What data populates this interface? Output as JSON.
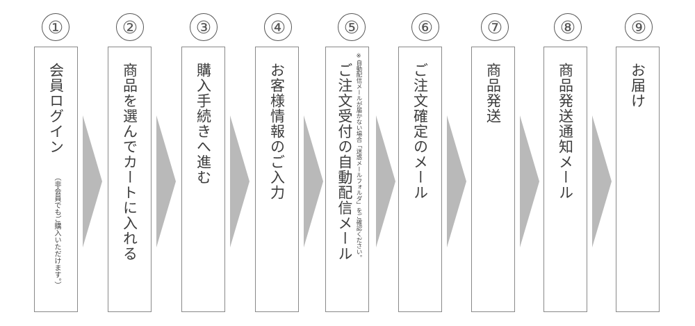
{
  "steps": [
    {
      "num": "①",
      "label": "会員ログイン",
      "sub": "（非会員でもご購入いただけます。）"
    },
    {
      "num": "②",
      "label": "商品を選んでカートに入れる"
    },
    {
      "num": "③",
      "label": "購入手続きへ進む"
    },
    {
      "num": "④",
      "label": "お客様情報のご入力"
    },
    {
      "num": "⑤",
      "label": "ご注文受付の自動配信メール",
      "note": "※自動配信メールが届かない場合「迷惑メールフォルダ」をご確認ください。"
    },
    {
      "num": "⑥",
      "label": "ご注文確定のメール"
    },
    {
      "num": "⑦",
      "label": "商品発送"
    },
    {
      "num": "⑧",
      "label": "商品発送通知メール"
    },
    {
      "num": "⑨",
      "label": "お届け"
    }
  ],
  "colors": {
    "arrow": "#b9b9b9",
    "border": "#888888",
    "text": "#3c3c3c"
  }
}
